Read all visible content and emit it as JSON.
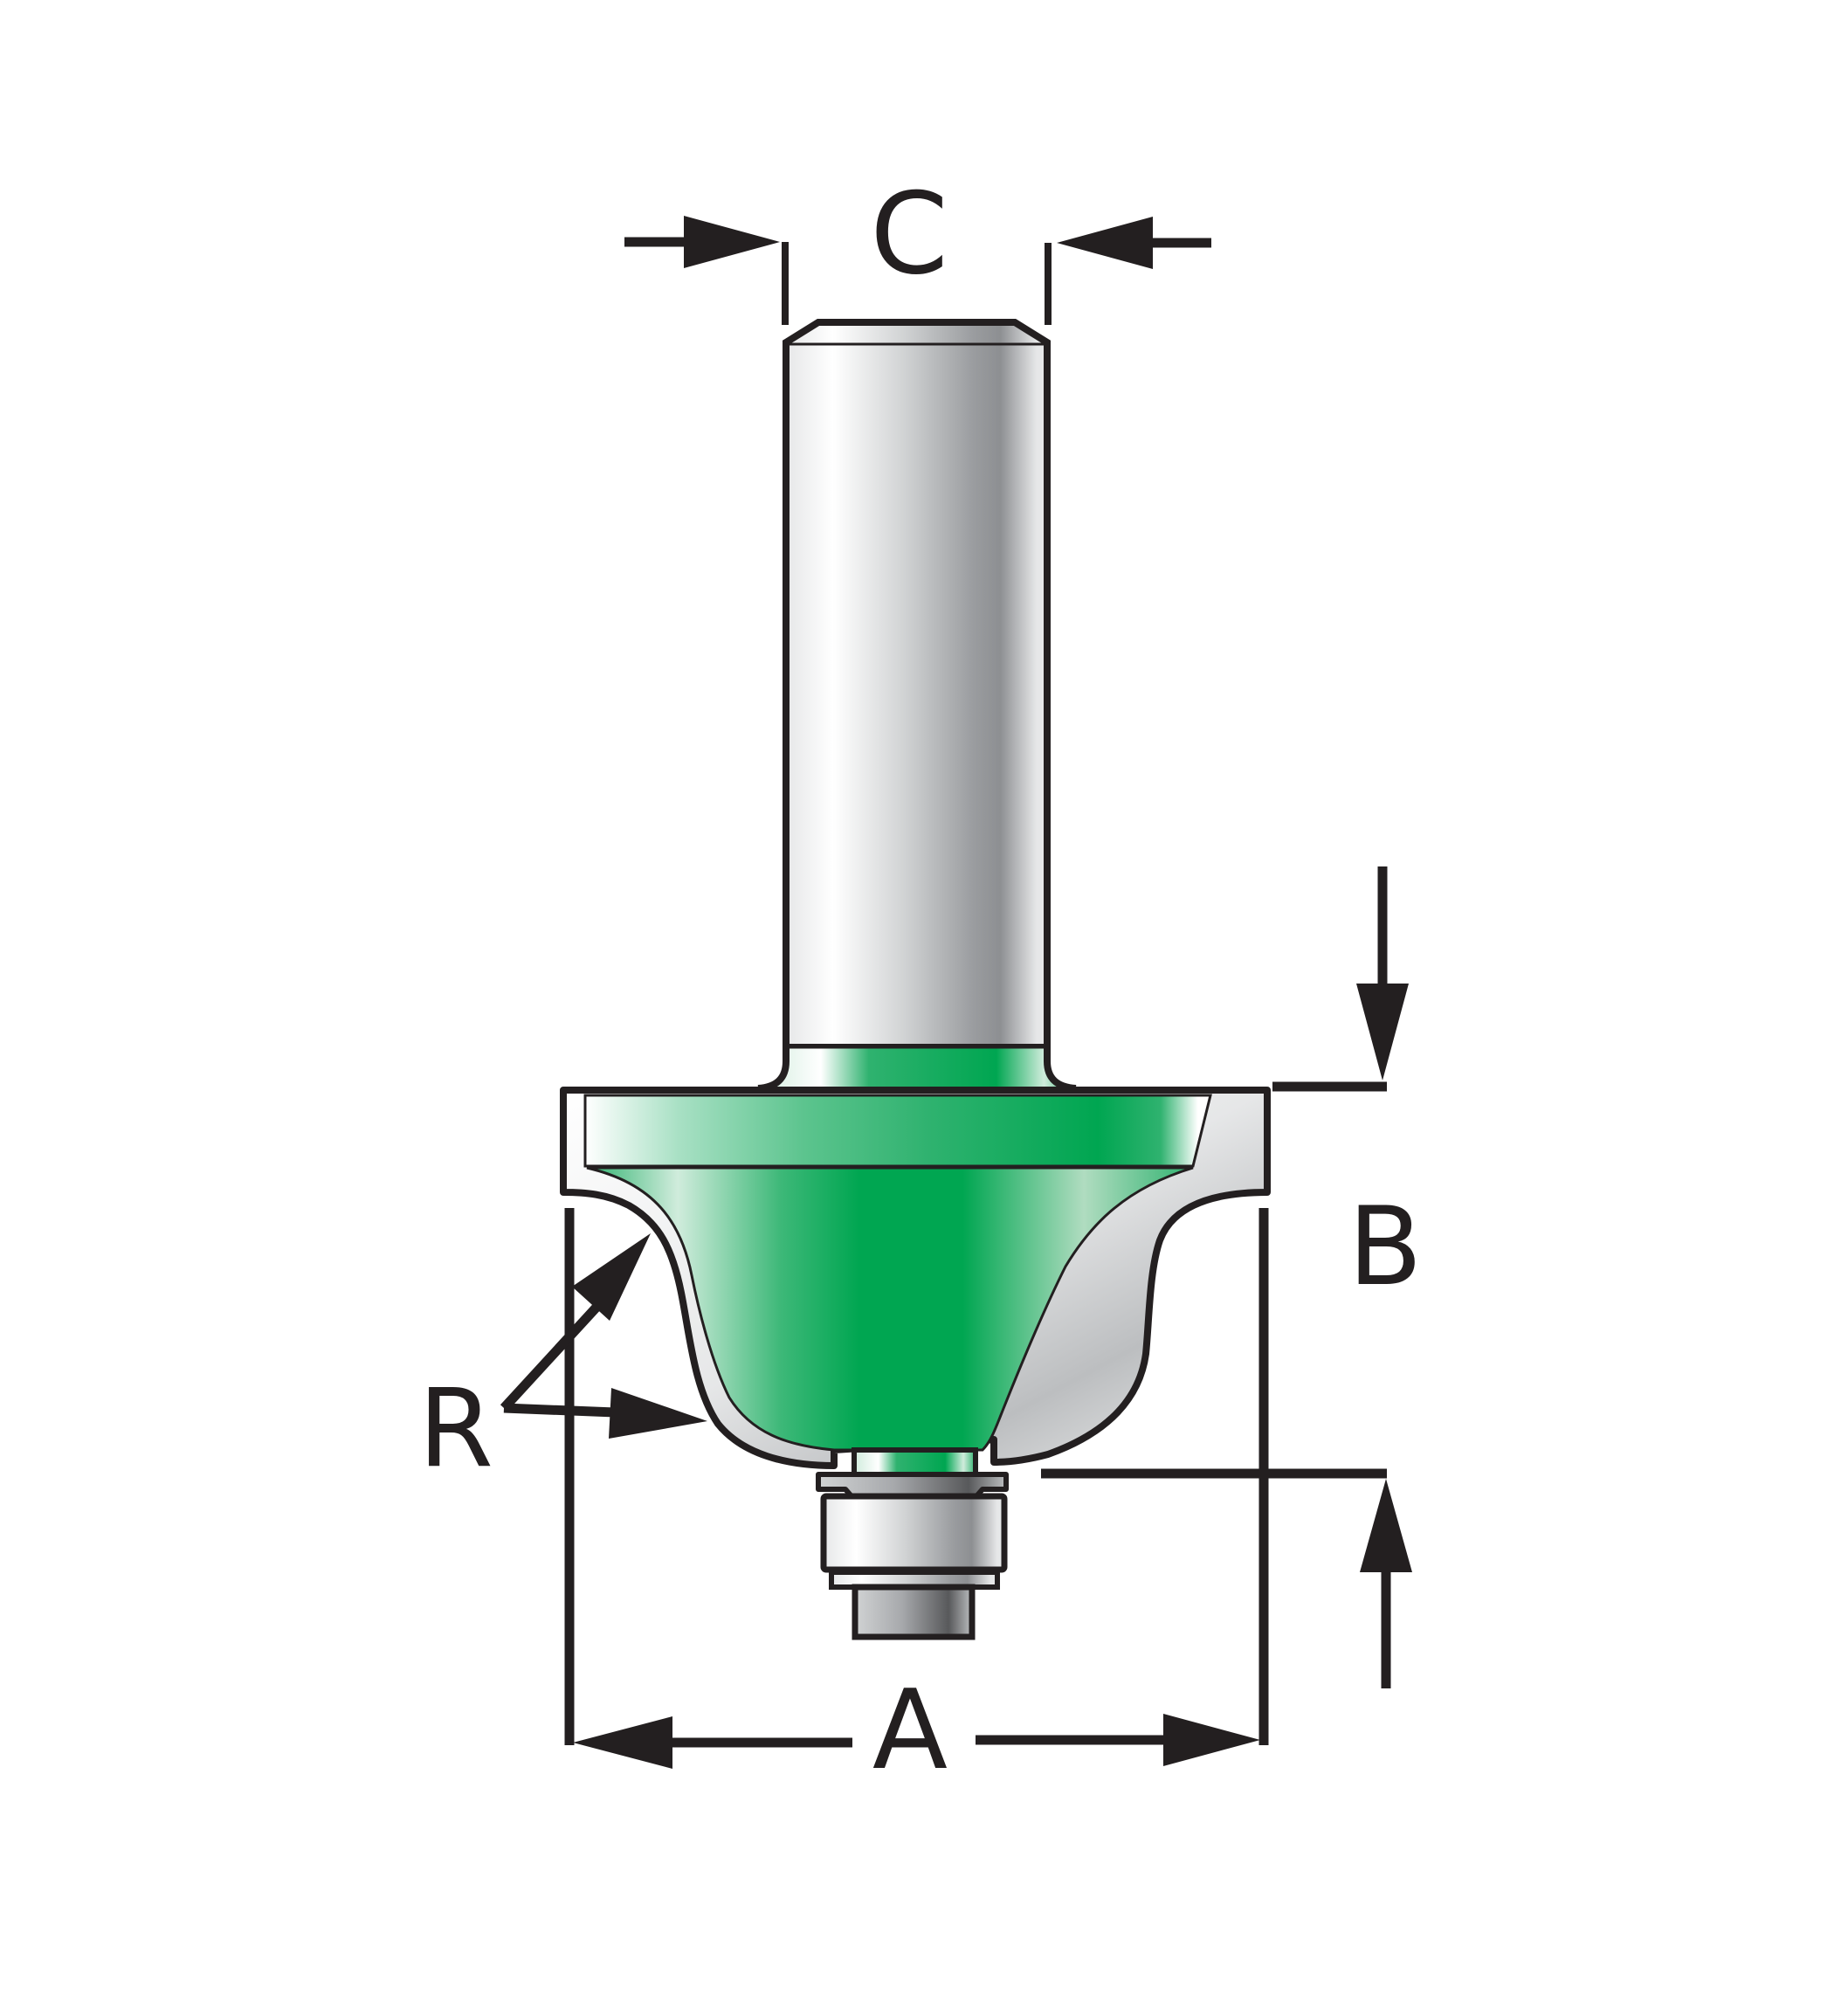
{
  "diagram": {
    "subject": "router bit with bearing guide",
    "colors": {
      "outline": "#231f20",
      "green_dark": "#00a651",
      "green_mid": "#2fb26f",
      "green_light": "#b0dcc0",
      "steel_light": "#ffffff",
      "steel_mid": "#d1d3d4",
      "steel_dark": "#8d8f92",
      "background": "#ffffff"
    },
    "labels": {
      "shank_diameter": "C",
      "cutting_height": "B",
      "cutting_diameter": "A",
      "radius": "R"
    }
  }
}
